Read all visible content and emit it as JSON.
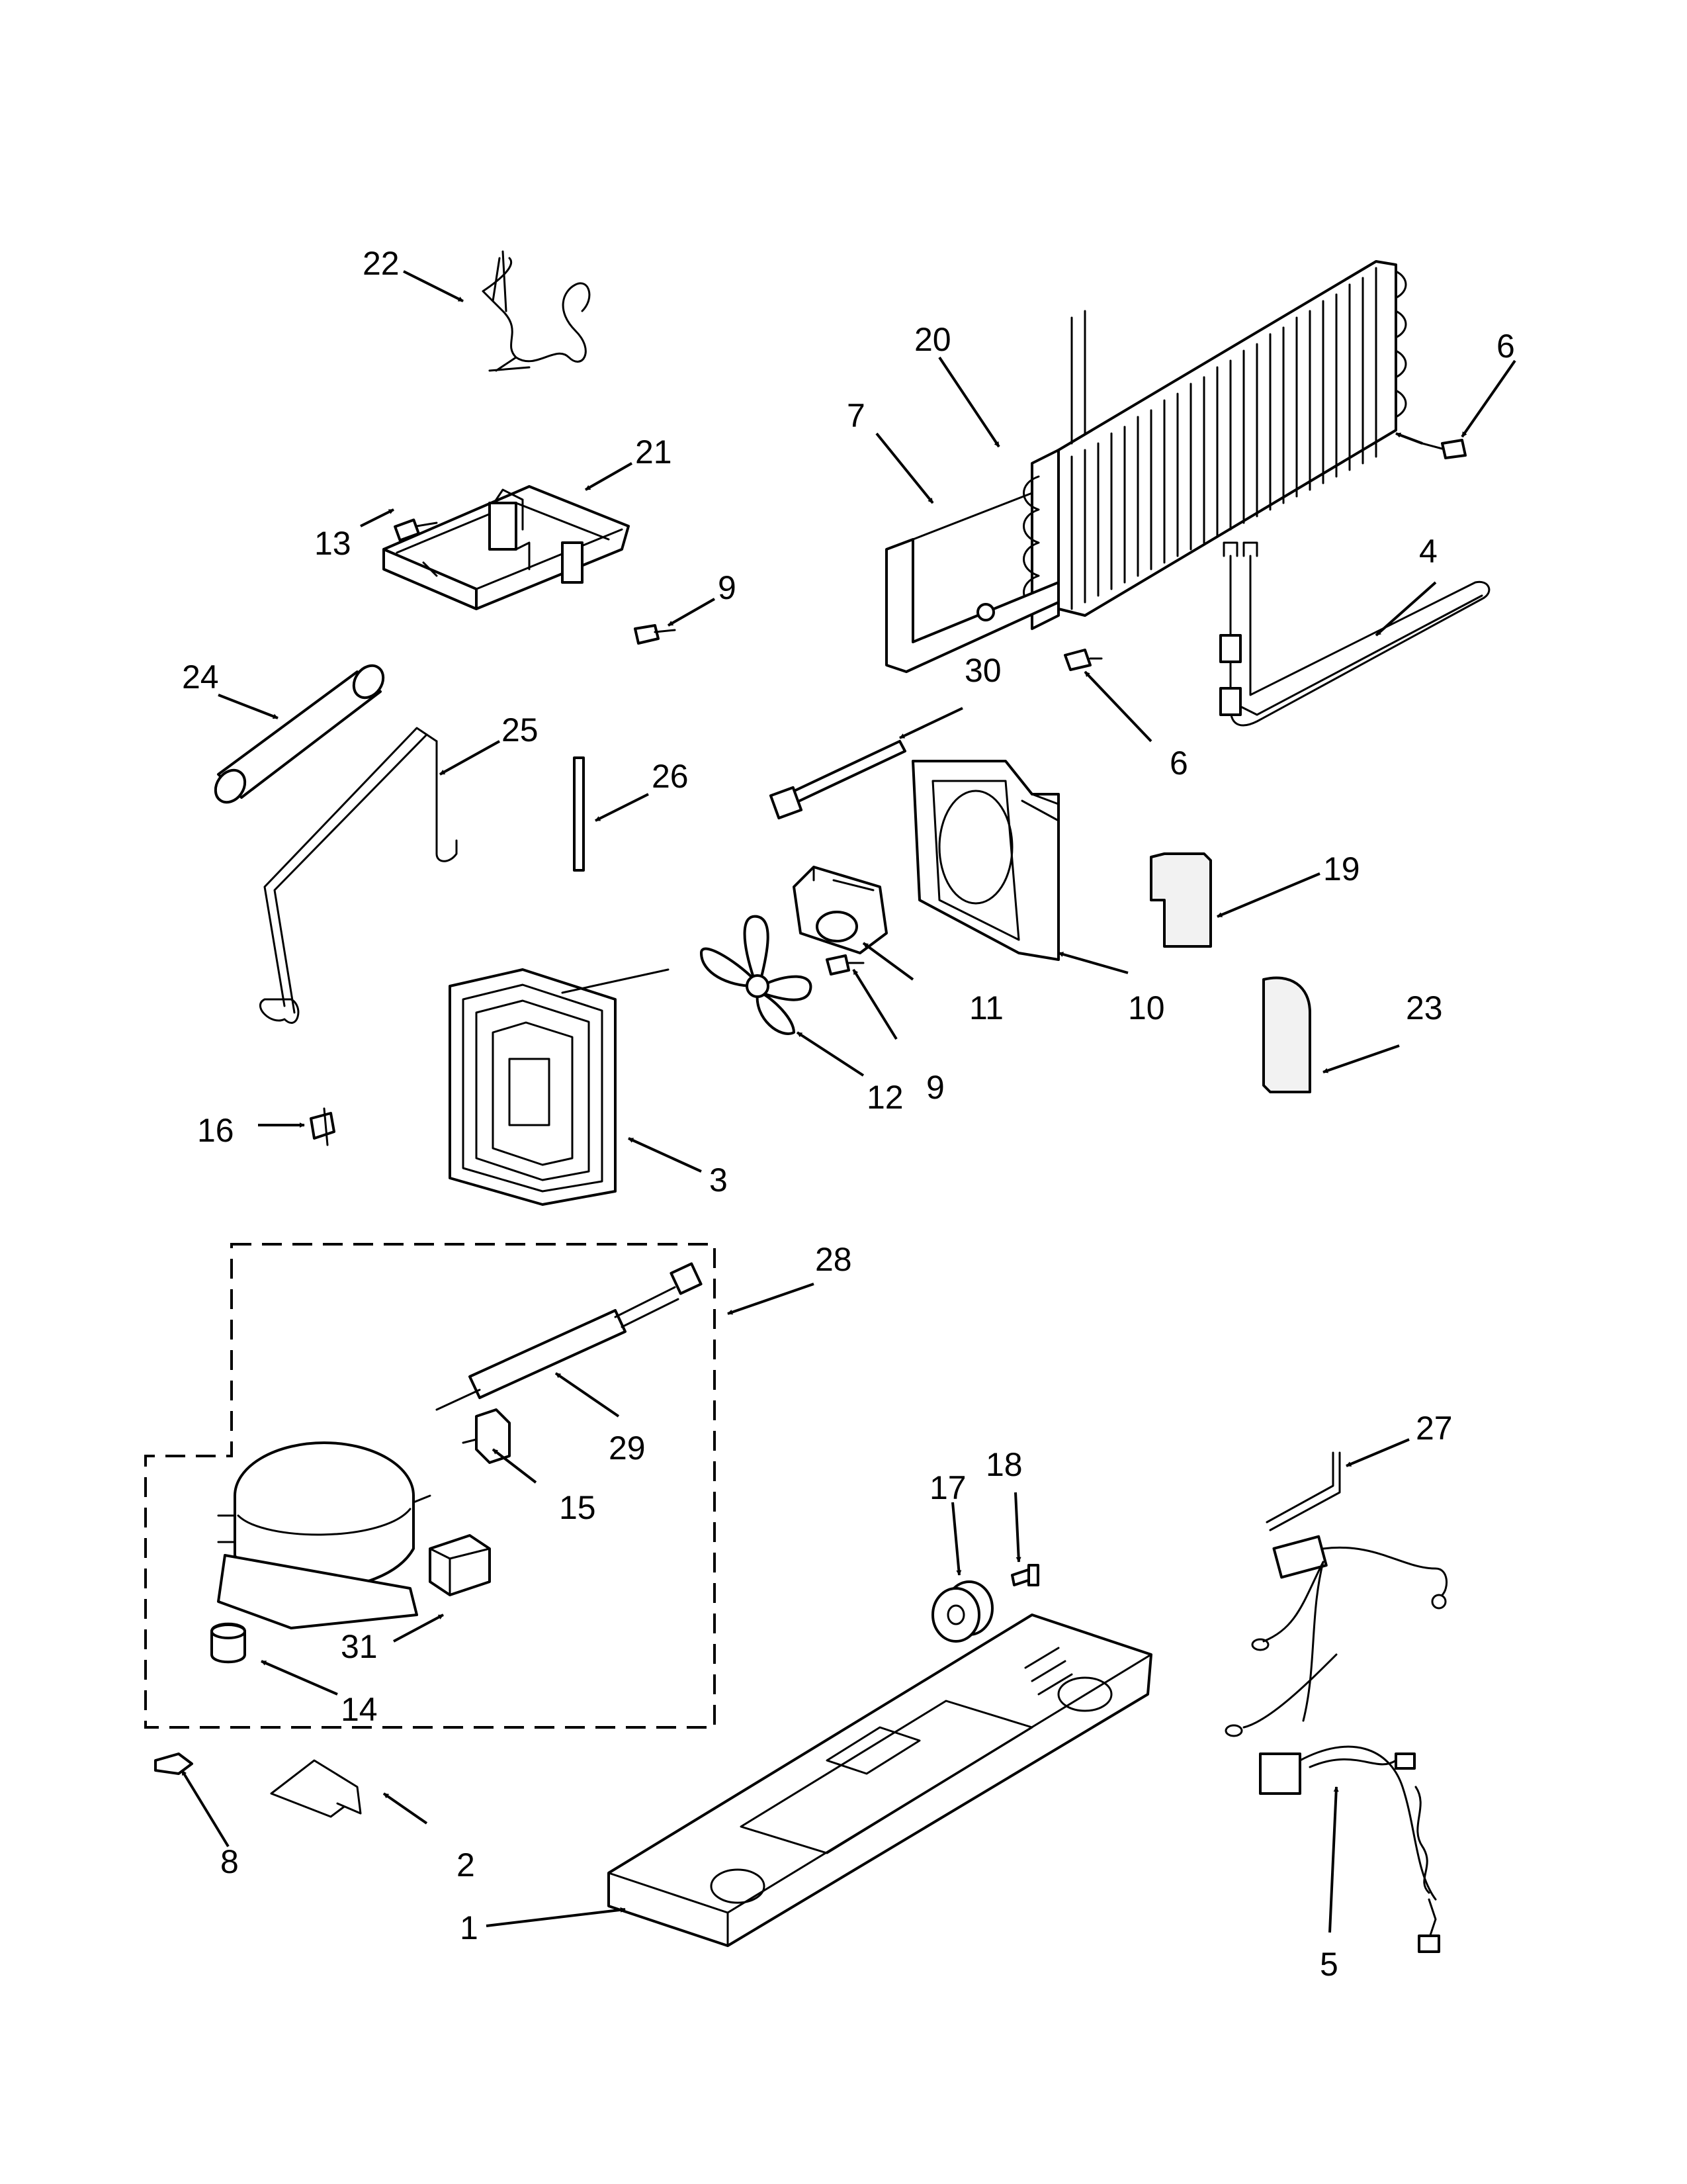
{
  "callouts": {
    "c1": "1",
    "c2": "2",
    "c3": "3",
    "c4": "4",
    "c5": "5",
    "c6a": "6",
    "c6b": "6",
    "c7": "7",
    "c8": "8",
    "c9a": "9",
    "c9b": "9",
    "c10": "10",
    "c11": "11",
    "c12": "12",
    "c13": "13",
    "c14": "14",
    "c15": "15",
    "c16": "16",
    "c17": "17",
    "c18": "18",
    "c19": "19",
    "c20": "20",
    "c21": "21",
    "c22": "22",
    "c23": "23",
    "c24": "24",
    "c25": "25",
    "c26": "26",
    "c27": "27",
    "c28": "28",
    "c29": "29",
    "c30": "30",
    "c31": "31"
  }
}
